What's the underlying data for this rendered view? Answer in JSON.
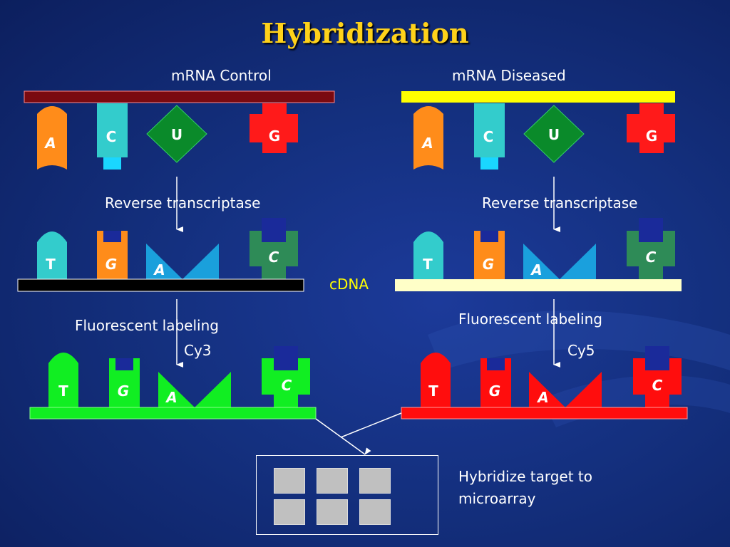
{
  "title": "Hybridization",
  "left": {
    "mrna_label": "mRNA Control",
    "rt_label": "Reverse transcriptase",
    "fl_label": "Fluorescent labeling",
    "dye": "Cy3",
    "mrna_bar_color": "#7a0a10",
    "cdna_bar_color": "#000000",
    "labeled_color": "#11ee22",
    "mrna_bases": [
      "A",
      "C",
      "U",
      "G"
    ],
    "cdna_bases": [
      "T",
      "G",
      "A",
      "C"
    ],
    "labeled_bases": [
      "T",
      "G",
      "A",
      "C"
    ]
  },
  "right": {
    "mrna_label": "mRNA Diseased",
    "rt_label": "Reverse transcriptase",
    "fl_label": "Fluorescent labeling",
    "dye": "Cy5",
    "mrna_bar_color": "#ffff00",
    "cdna_bar_color": "#ffffc8",
    "labeled_color": "#ff0d0d",
    "mrna_bases": [
      "A",
      "C",
      "U",
      "G"
    ],
    "cdna_bases": [
      "T",
      "G",
      "A",
      "C"
    ],
    "labeled_bases": [
      "T",
      "G",
      "A",
      "C"
    ]
  },
  "cdna_label": "cDNA",
  "hybridize_label_line1": "Hybridize target to",
  "hybridize_label_line2": "microarray",
  "microarray": {
    "rows": 2,
    "cols": 3
  },
  "colors": {
    "A": "#ff8c1a",
    "C": "#33cccc",
    "U": "#0a8a2a",
    "G": "#ff1a1a",
    "T_cdna": "#33cccc",
    "G_cdna": "#ff8c1a",
    "A_cdna": "#1aa0dd",
    "C_cdna": "#2e8b57",
    "title": "#ffd21a"
  }
}
